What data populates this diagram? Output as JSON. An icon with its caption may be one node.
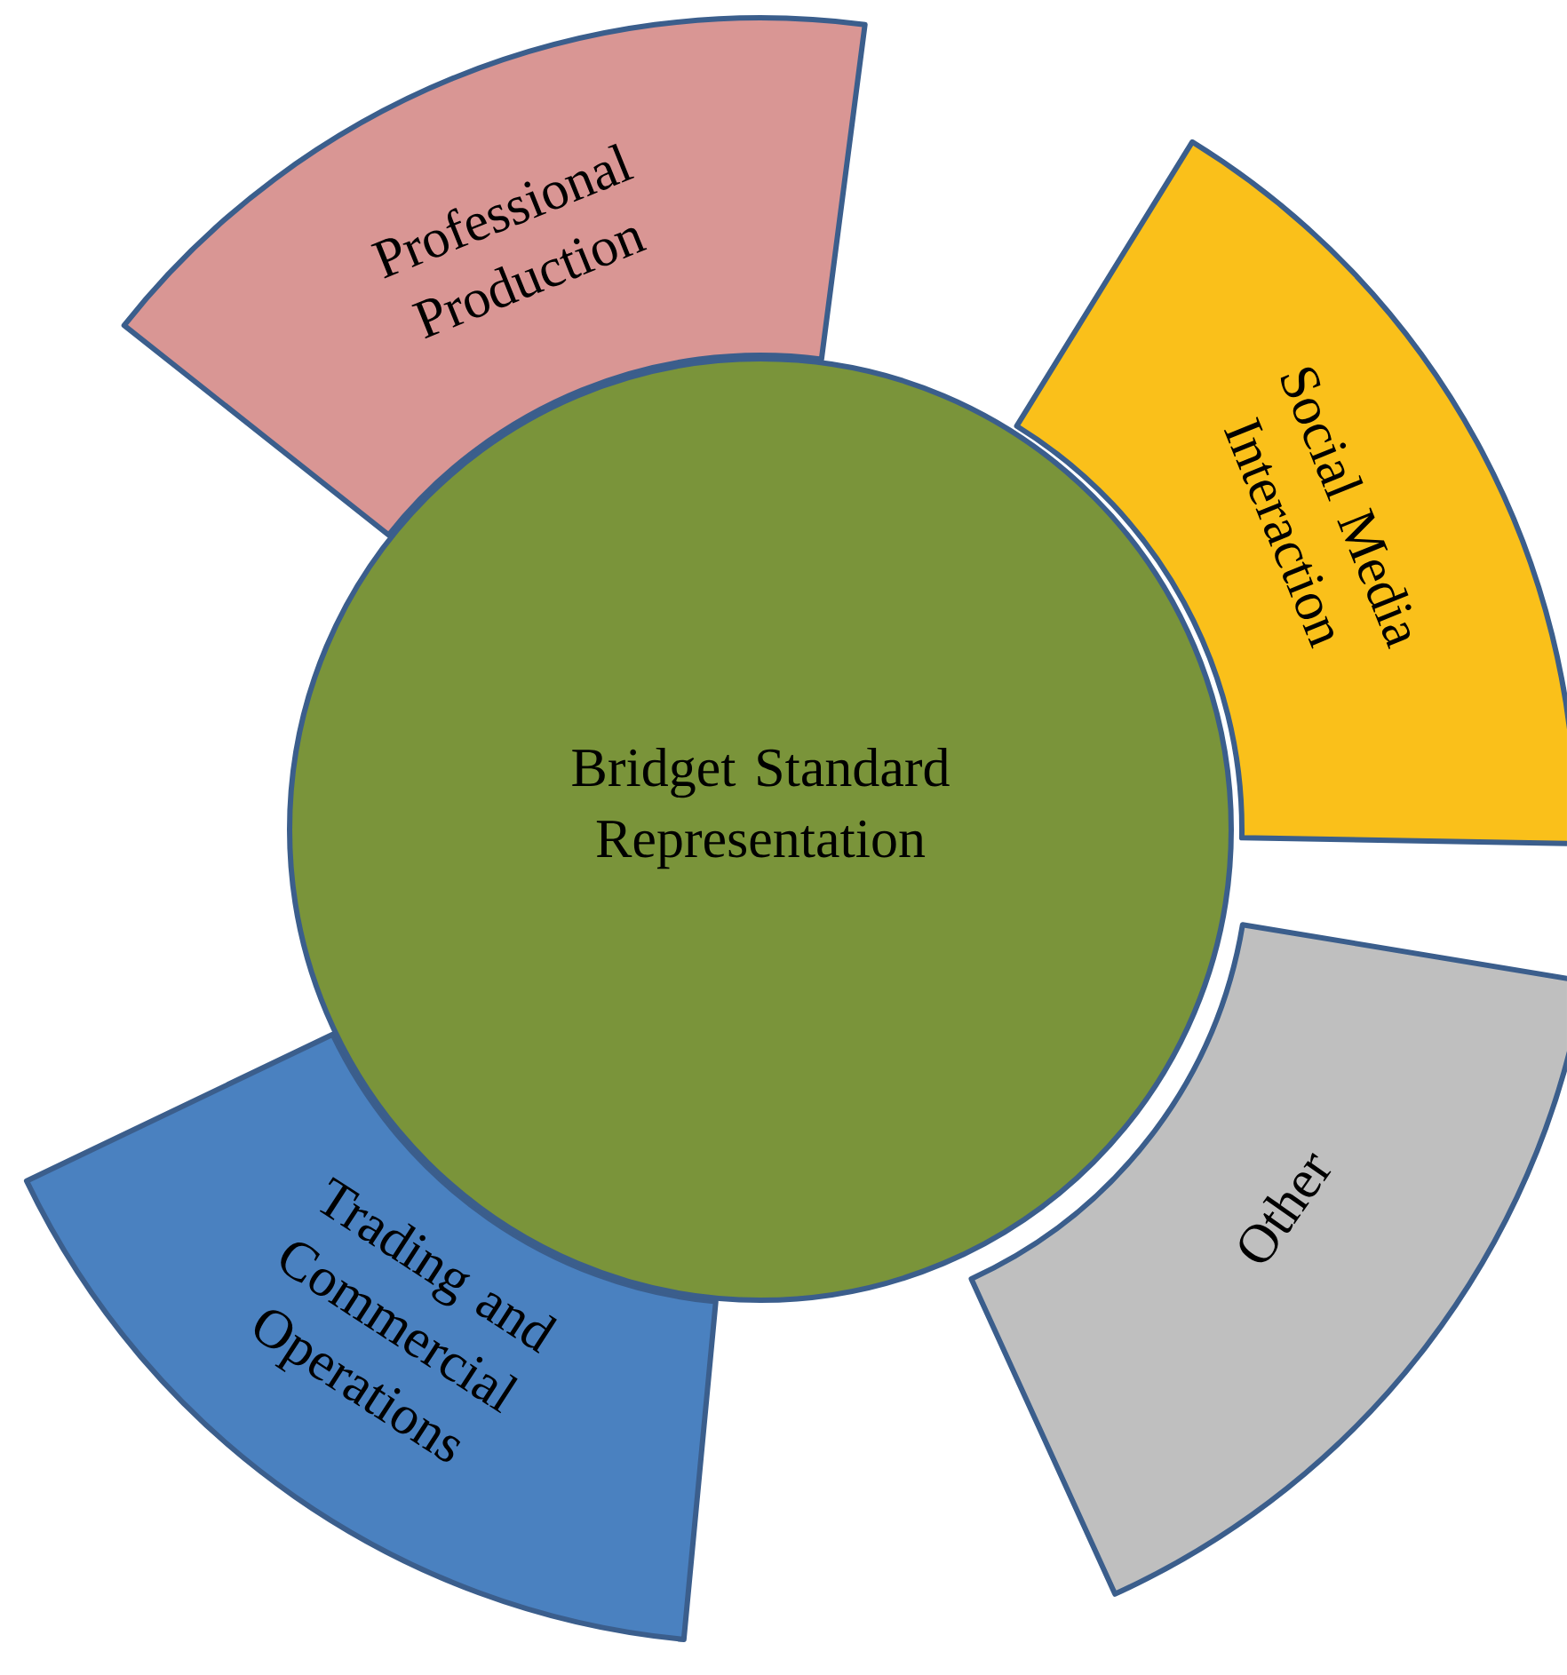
{
  "diagram": {
    "nodes": [
      {
        "text": [
          "Bridget Standard Representation"
        ]
      },
      {
        "text": [
          "Professional Production"
        ]
      },
      {
        "text": [
          "Social Media Interaction"
        ]
      },
      {
        "text": [
          "Other"
        ]
      },
      {
        "text": [
          "Trading and Commercial Operations"
        ]
      }
    ]
  }
}
